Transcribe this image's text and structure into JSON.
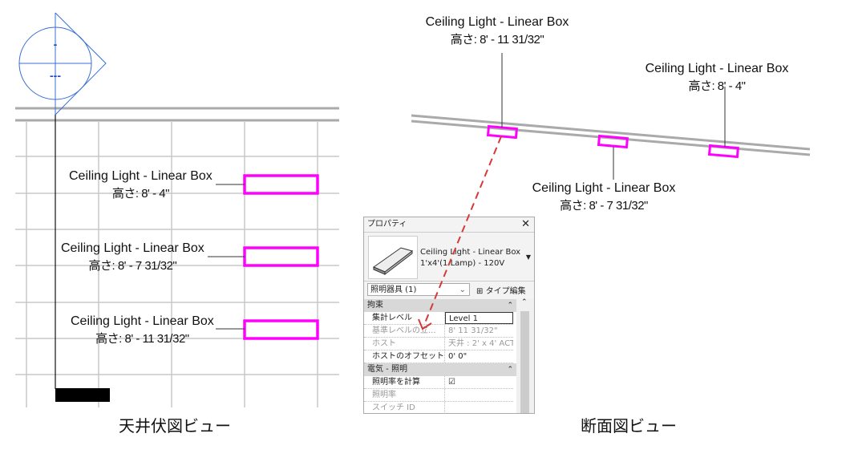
{
  "plan_view": {
    "caption": "天井伏図ビュー",
    "section_marker": {
      "top": "-",
      "bottom": "---"
    },
    "tags": [
      {
        "name": "Ceiling Light - Linear Box",
        "height": "高さ: 8' - 4\""
      },
      {
        "name": "Ceiling Light - Linear Box",
        "height": "高さ: 8' - 7 31/32\""
      },
      {
        "name": "Ceiling Light - Linear Box",
        "height": "高さ: 8' - 11 31/32\""
      }
    ]
  },
  "section_view": {
    "caption": "断面図ビュー",
    "tags": [
      {
        "name": "Ceiling Light - Linear Box",
        "height": "高さ: 8' - 11 31/32\""
      },
      {
        "name": "Ceiling Light - Linear Box",
        "height": "高さ: 8' - 7 31/32\""
      },
      {
        "name": "Ceiling Light - Linear Box",
        "height": "高さ: 8' - 4\""
      }
    ]
  },
  "properties": {
    "title": "プロパティ",
    "type_name": "Ceiling Light - Linear Box",
    "type_sub": "1'x4'(1 Lamp) - 120V",
    "selector": "照明器具 (1)",
    "edit_type": "タイプ編集",
    "groups": [
      {
        "label": "拘束",
        "rows": [
          {
            "key": "集計レベル",
            "value": "Level 1",
            "dim": false
          },
          {
            "key": "基準レベルの立...",
            "value": "8'  11 31/32\"",
            "dim": true
          },
          {
            "key": "ホスト",
            "value": "天井 : 2' x 4' ACT...",
            "dim": true
          },
          {
            "key": "ホストのオフセット",
            "value": "0'  0\"",
            "dim": false
          }
        ]
      },
      {
        "label": "電気 - 照明",
        "rows": [
          {
            "key": "照明率を計算",
            "value": "☑",
            "dim": false
          },
          {
            "key": "照明率",
            "value": "",
            "dim": true
          },
          {
            "key": "スイッチ ID",
            "value": "",
            "dim": true
          }
        ]
      }
    ]
  },
  "colors": {
    "fixture": "#ff00ff",
    "marker": "#3a6fd8",
    "arrow": "#d43a3a",
    "grid": "#c8c8c8"
  }
}
